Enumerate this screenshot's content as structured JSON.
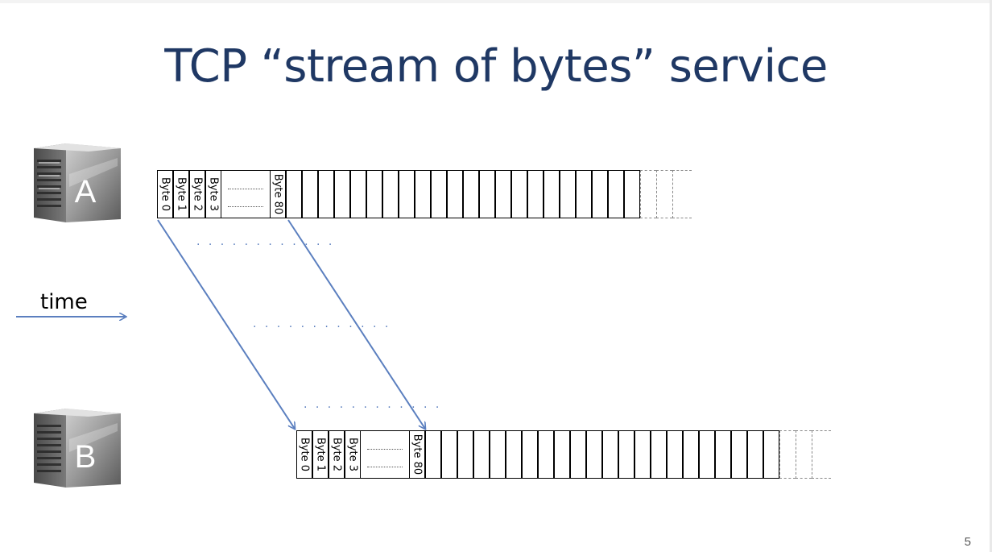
{
  "slide": {
    "title": "TCP “stream of bytes” service",
    "page_number": "5"
  },
  "hosts": [
    {
      "id": "host-a",
      "letter": "A"
    },
    {
      "id": "host-b",
      "letter": "B"
    }
  ],
  "time_axis": {
    "label": "time"
  },
  "stream": {
    "labels": [
      "Byte 0",
      "Byte 1",
      "Byte 2",
      "Byte 3"
    ],
    "gap_label": "",
    "last_label": "Byte 80"
  },
  "dots": ". . . . . . . . . . . .",
  "colors": {
    "title": "#1f3864",
    "arrow": "#5b7fbf",
    "cell_border": "#000000"
  },
  "icons": {
    "host": "server-tower-icon"
  }
}
